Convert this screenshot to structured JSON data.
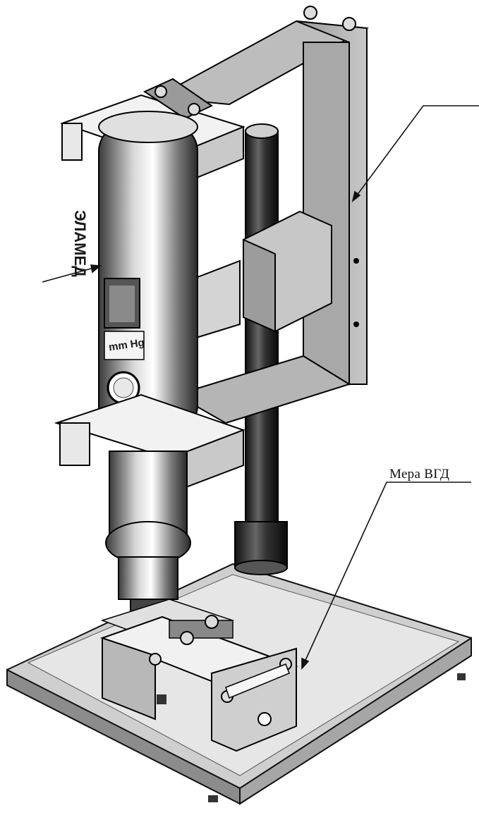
{
  "callouts": {
    "gauge_label": "Мера ВГД"
  },
  "device": {
    "brand_text": "ЭЛАМЕД",
    "mode_text": "mm Hg"
  }
}
